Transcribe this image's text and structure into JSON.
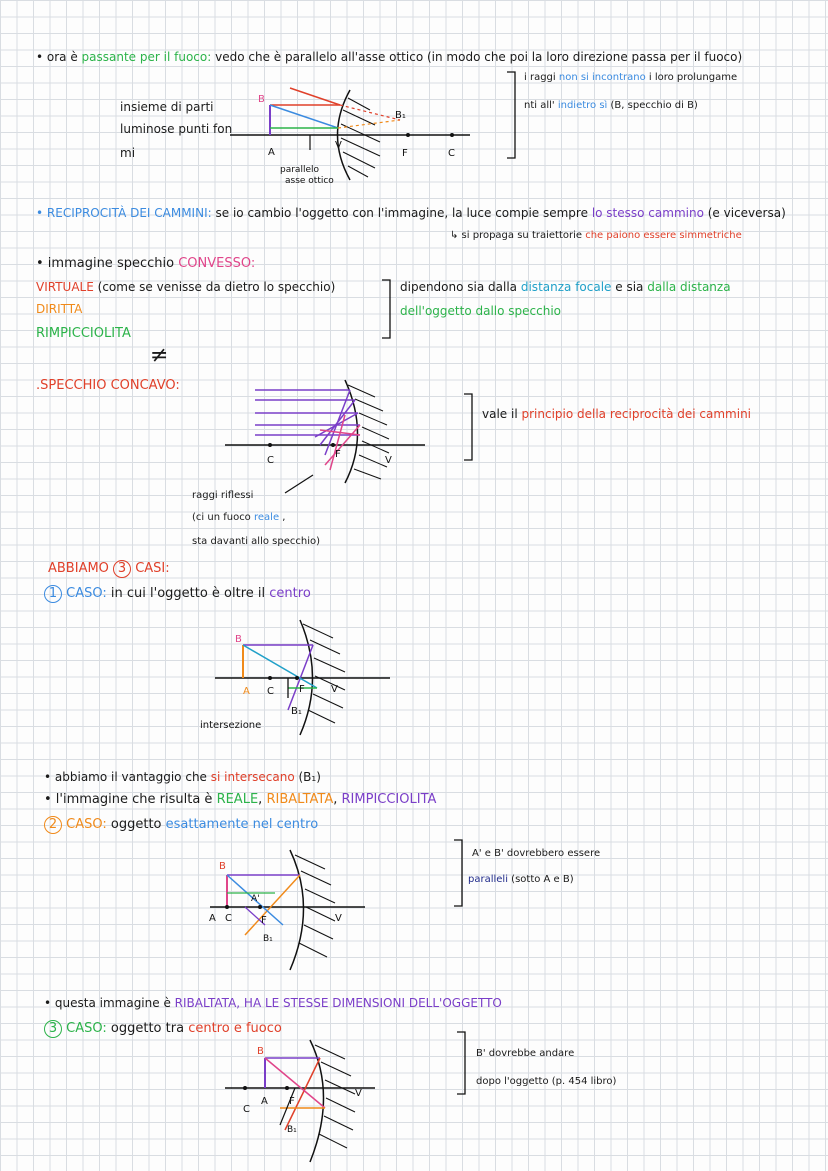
{
  "section1": {
    "line1_a": "• ora è",
    "line1_b": "passante per il fuoco:",
    "line1_c": "vedo che è parallelo all'asse ottico (in modo che poi la loro direzione passa per il fuoco)",
    "left_note_1": "insieme di parti",
    "left_note_2": "luminose punti fon",
    "left_note_3": "mi",
    "right_note_1a": "i raggi",
    "right_note_1b": "non si incontrano",
    "right_note_1c": "i loro prolungame",
    "right_note_2a": "nti all'",
    "right_note_2b": "indietro sì",
    "right_note_2c": "(B, specchio di B)",
    "fig_labels": {
      "B": "B",
      "B1": "B₁",
      "A": "A",
      "V": "V",
      "F": "F",
      "C": "C"
    },
    "parallel_label_1": "parallelo",
    "parallel_label_2": "asse ottico"
  },
  "reciprocity": {
    "a": "• RECIPROCITÀ DEI CAMMINI:",
    "b": "se io cambio l'oggetto con l'immagine, la luce compie sempre",
    "c": "lo stesso cammino",
    "d": "(e viceversa)",
    "e": "↳ si propaga su traiettorie",
    "f": "che paiono essere simmetriche"
  },
  "convex": {
    "title_a": "• immagine specchio",
    "title_b": "CONVESSO:",
    "virtuale_a": "VIRTUALE",
    "virtuale_b": "(come se venisse da dietro lo specchio)",
    "diritta": "DIRITTA",
    "rimpicciolita": "RIMPICCIOLITA",
    "depend_a": "dipendono sia dalla",
    "depend_b": "distanza focale",
    "depend_c": "e sia",
    "depend_d": "dalla distanza",
    "depend_e": "dell'oggetto dallo specchio",
    "neq": "≠"
  },
  "concave": {
    "title": ".SPECCHIO CONCAVO:",
    "note_a": "vale il",
    "note_b": "principio della reciprocità dei cammini",
    "fig_labels": {
      "C": "C",
      "F": "F",
      "V": "V"
    },
    "rays_1": "raggi riflessi",
    "rays_2a": "(ci un fuoco",
    "rays_2b": "reale",
    "rays_2c": ",",
    "rays_3": "sta davanti allo specchio)"
  },
  "cases": {
    "title_a": "ABBIAMO",
    "title_num": "3",
    "title_b": "CASI:",
    "c1_num": "1",
    "c1_label": "CASO:",
    "c1_text_a": "in cui l'oggetto è oltre il",
    "c1_text_b": "centro",
    "c1_fig": {
      "B": "B",
      "A": "A",
      "C": "C",
      "F": "F",
      "V": "V",
      "B1": "B₁",
      "inter": "intersezione"
    },
    "adv_a": "• abbiamo il vantaggio che",
    "adv_b": "si intersecano",
    "adv_c": "(B₁)",
    "img_a": "• l'immagine che risulta è",
    "img_b": "REALE",
    "img_c": ",",
    "img_d": "RIBALTATA",
    "img_e": ",",
    "img_f": "RIMPICCIOLITA",
    "c2_num": "2",
    "c2_label": "CASO:",
    "c2_text_a": "oggetto",
    "c2_text_b": "esattamente nel centro",
    "c2_note_1": "A' e B' dovrebbero essere",
    "c2_note_2a": "paralleli",
    "c2_note_2b": "(sotto A e B)",
    "c2_fig": {
      "B": "B",
      "A1": "A'",
      "A": "A",
      "C": "C",
      "F": "F",
      "V": "V",
      "B1": "B₁"
    },
    "dims_a": "• questa immagine è",
    "dims_b": "RIBALTATA, HA LE STESSE DIMENSIONI DELL'OGGETTO",
    "c3_num": "3",
    "c3_label": "CASO:",
    "c3_text_a": "oggetto tra",
    "c3_text_b": "centro e fuoco",
    "c3_note_1": "B' dovrebbe andare",
    "c3_note_2": "dopo l'oggetto (p. 454 libro)",
    "c3_fig": {
      "B": "B",
      "C": "C",
      "A": "A",
      "F": "F",
      "V": "V",
      "B1": "B₁"
    }
  },
  "colors": {
    "green": "#2cb34a",
    "blue": "#3b8be0",
    "red": "#e0402a",
    "purple": "#7a3ec8",
    "orange": "#f08a1a",
    "pink": "#e0458a"
  }
}
